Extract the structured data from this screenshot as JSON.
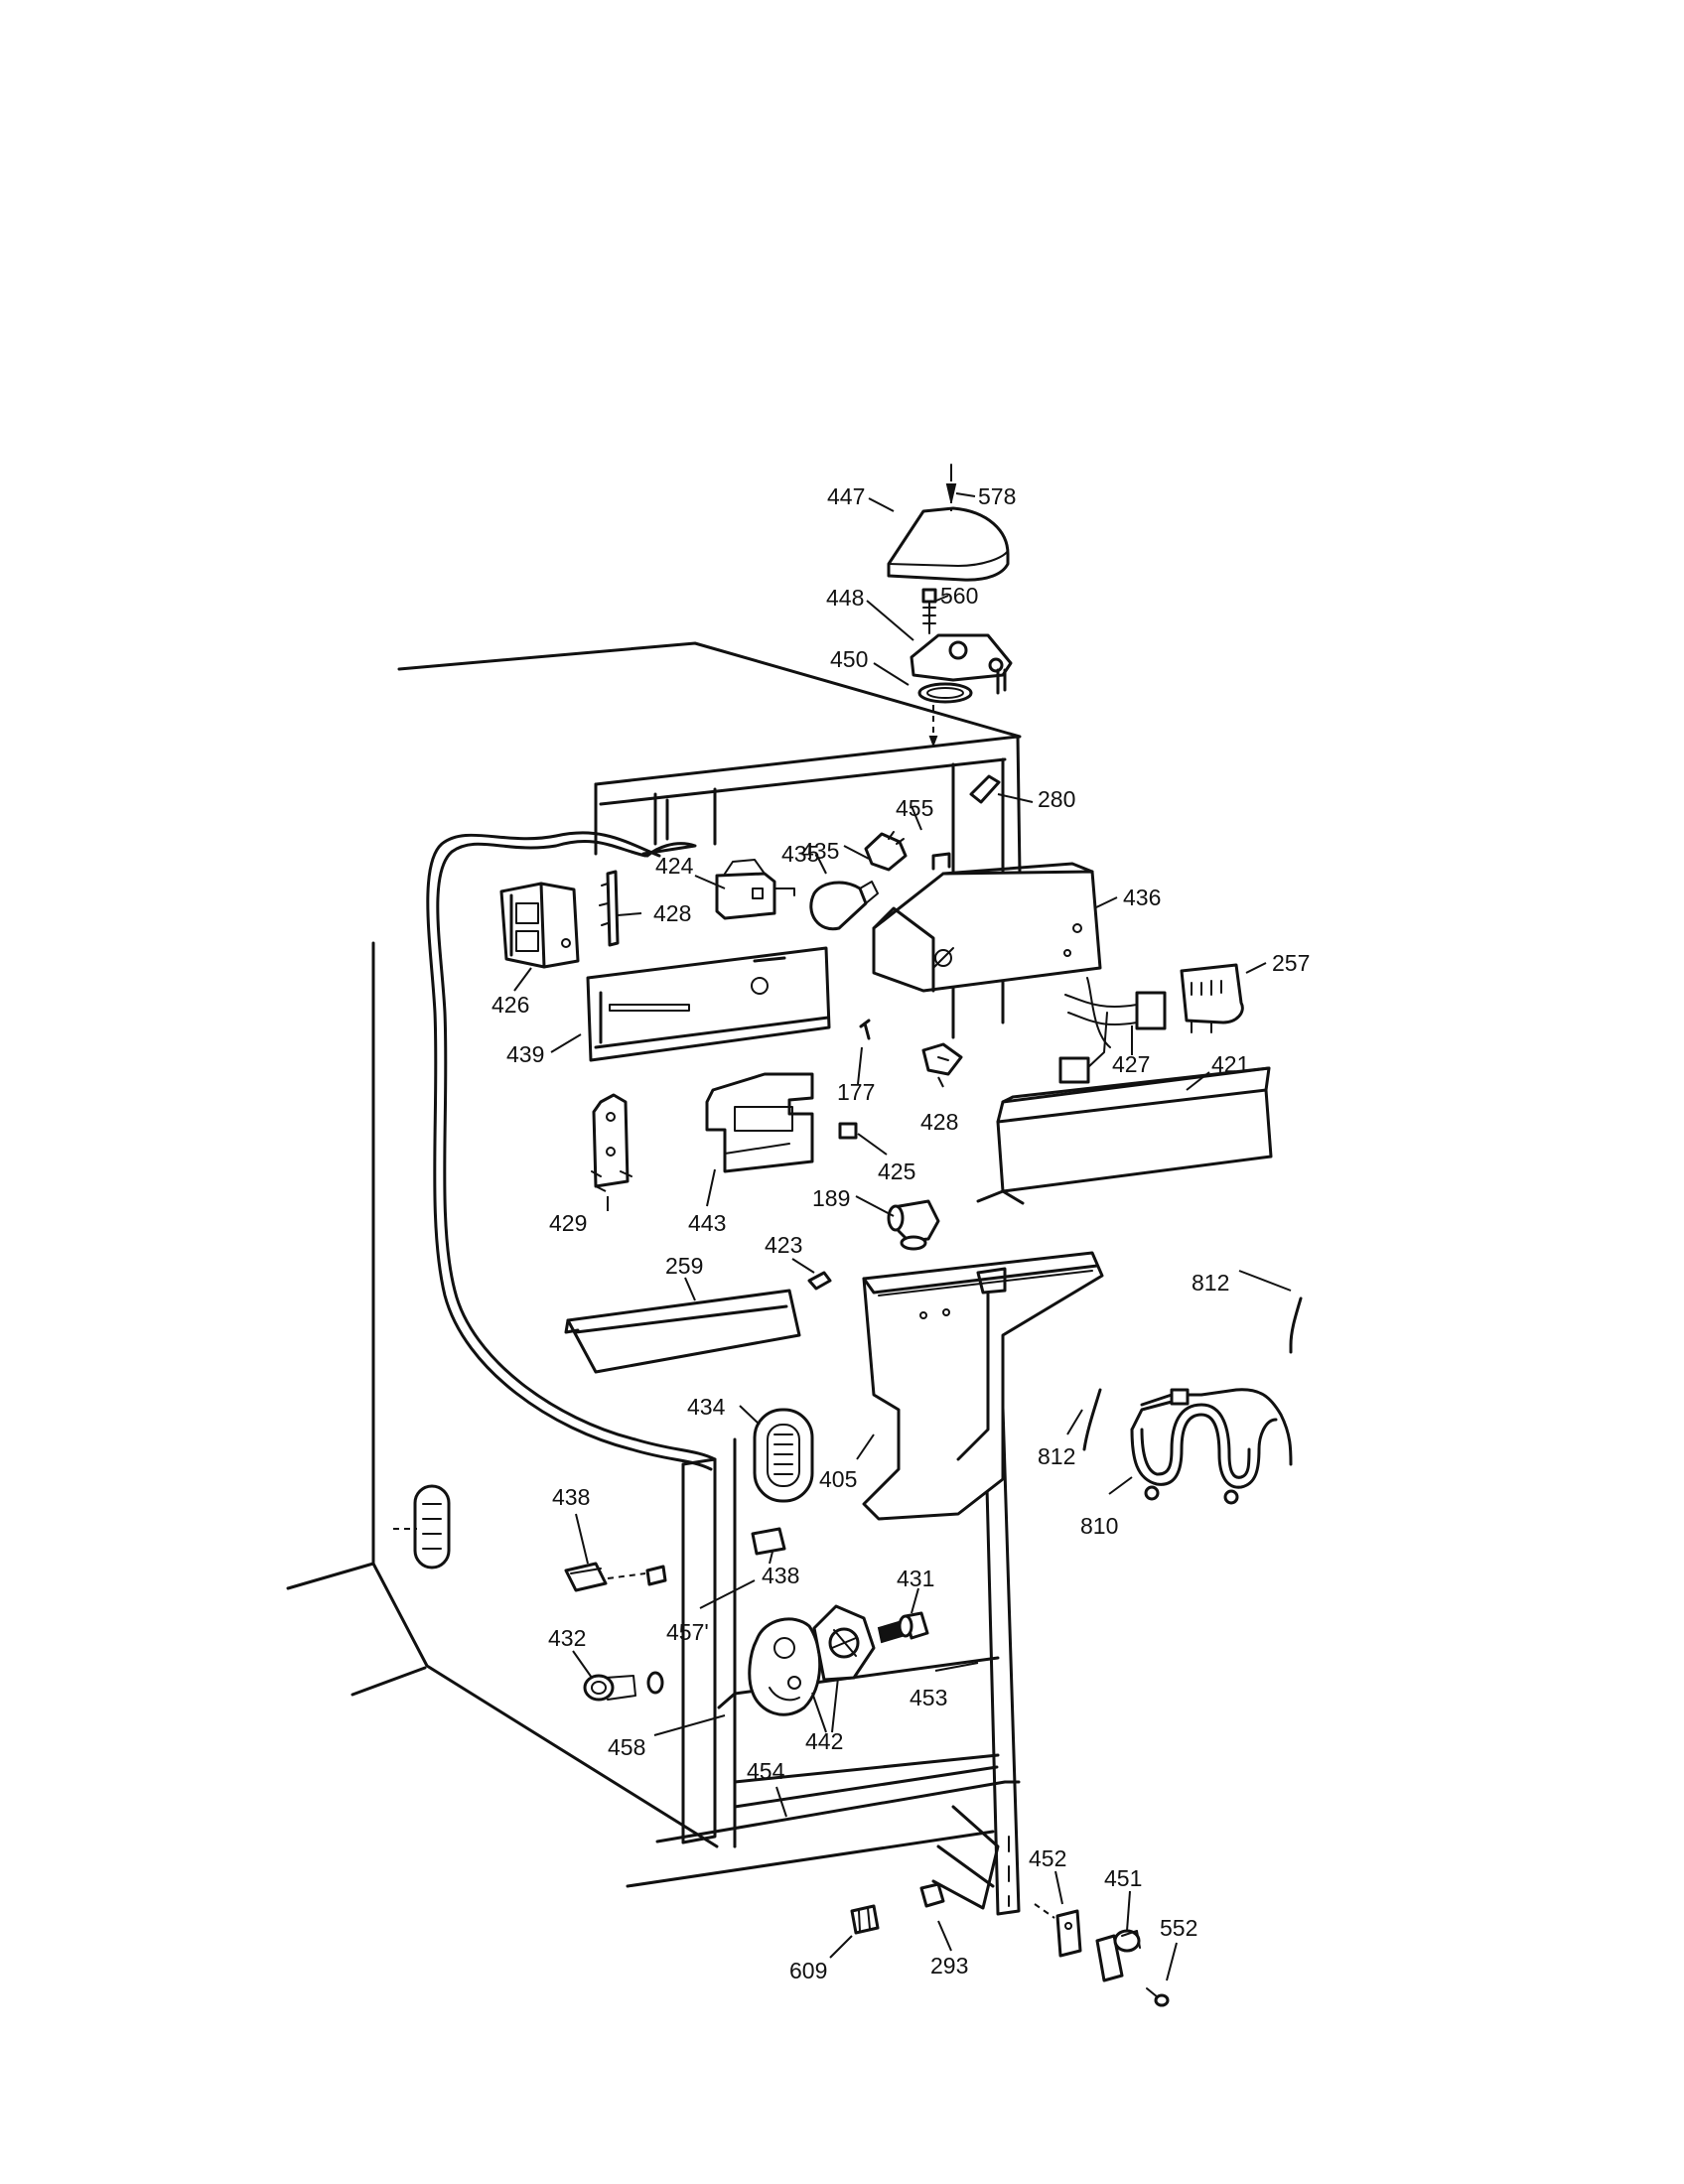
{
  "diagram": {
    "callouts": [
      {
        "id": "447",
        "text": "447"
      },
      {
        "id": "578",
        "text": "578"
      },
      {
        "id": "448",
        "text": "448"
      },
      {
        "id": "560",
        "text": "560"
      },
      {
        "id": "450",
        "text": "450"
      },
      {
        "id": "280",
        "text": "280"
      },
      {
        "id": "455",
        "text": "455"
      },
      {
        "id": "435a",
        "text": "435"
      },
      {
        "id": "435b",
        "text": "435"
      },
      {
        "id": "424",
        "text": "424"
      },
      {
        "id": "428a",
        "text": "428"
      },
      {
        "id": "436",
        "text": "436"
      },
      {
        "id": "257",
        "text": "257"
      },
      {
        "id": "426",
        "text": "426"
      },
      {
        "id": "439",
        "text": "439"
      },
      {
        "id": "177",
        "text": "177"
      },
      {
        "id": "428b",
        "text": "428"
      },
      {
        "id": "427",
        "text": "427"
      },
      {
        "id": "421",
        "text": "421"
      },
      {
        "id": "425",
        "text": "425"
      },
      {
        "id": "429",
        "text": "429"
      },
      {
        "id": "443",
        "text": "443"
      },
      {
        "id": "189",
        "text": "189"
      },
      {
        "id": "423",
        "text": "423"
      },
      {
        "id": "259",
        "text": "259"
      },
      {
        "id": "812a",
        "text": "812"
      },
      {
        "id": "434",
        "text": "434"
      },
      {
        "id": "405",
        "text": "405"
      },
      {
        "id": "812b",
        "text": "812"
      },
      {
        "id": "810",
        "text": "810"
      },
      {
        "id": "438a",
        "text": "438"
      },
      {
        "id": "438b",
        "text": "438"
      },
      {
        "id": "431",
        "text": "431"
      },
      {
        "id": "457",
        "text": "457'"
      },
      {
        "id": "432",
        "text": "432"
      },
      {
        "id": "453",
        "text": "453"
      },
      {
        "id": "442",
        "text": "442"
      },
      {
        "id": "458",
        "text": "458"
      },
      {
        "id": "454",
        "text": "454"
      },
      {
        "id": "452",
        "text": "452"
      },
      {
        "id": "451",
        "text": "451"
      },
      {
        "id": "552",
        "text": "552"
      },
      {
        "id": "609",
        "text": "609"
      },
      {
        "id": "293",
        "text": "293"
      }
    ]
  }
}
